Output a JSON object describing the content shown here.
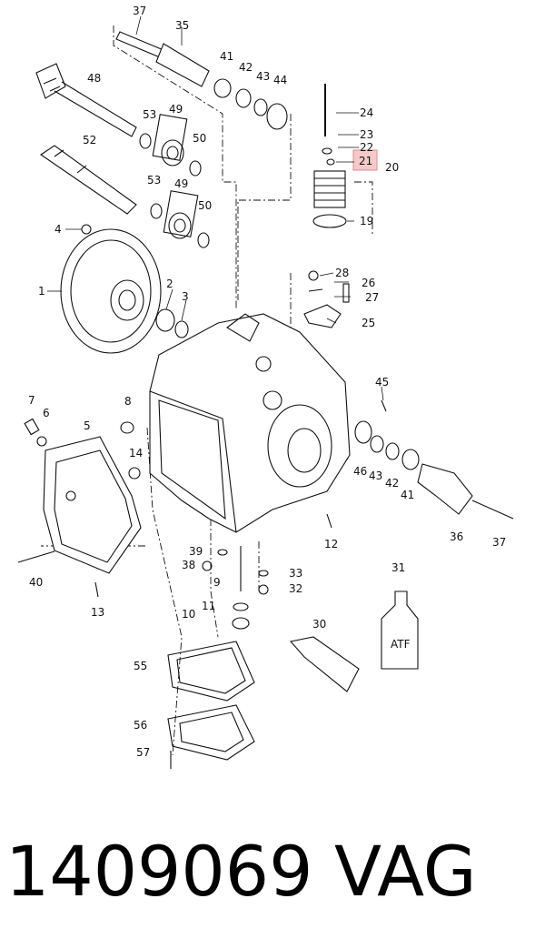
{
  "footer": {
    "part_number": "1409069",
    "brand": "VAG"
  },
  "callouts": {
    "c1": "1",
    "c2": "2",
    "c3": "3",
    "c4": "4",
    "c5": "5",
    "c6": "6",
    "c7": "7",
    "c8": "8",
    "c9": "9",
    "c10": "10",
    "c11": "11",
    "c12": "12",
    "c13": "13",
    "c14": "14",
    "c19": "19",
    "c20": "20",
    "c21": "21",
    "c22": "22",
    "c23": "23",
    "c24": "24",
    "c25": "25",
    "c26": "26",
    "c27": "27",
    "c28": "28",
    "c30": "30",
    "c31": "31",
    "c32": "32",
    "c33": "33",
    "c35": "35",
    "c36": "36",
    "c37a": "37",
    "c37b": "37",
    "c38": "38",
    "c39": "39",
    "c40": "40",
    "c41a": "41",
    "c41b": "41",
    "c42a": "42",
    "c42b": "42",
    "c43a": "43",
    "c43b": "43",
    "c44": "44",
    "c45": "45",
    "c46": "46",
    "c48": "48",
    "c49a": "49",
    "c49b": "49",
    "c50a": "50",
    "c50b": "50",
    "c52": "52",
    "c53a": "53",
    "c53b": "53",
    "c55": "55",
    "c56": "56",
    "c57": "57"
  },
  "bottle_label": "ATF",
  "highlight": {
    "callout": "21",
    "color": "#f6c9c9"
  }
}
